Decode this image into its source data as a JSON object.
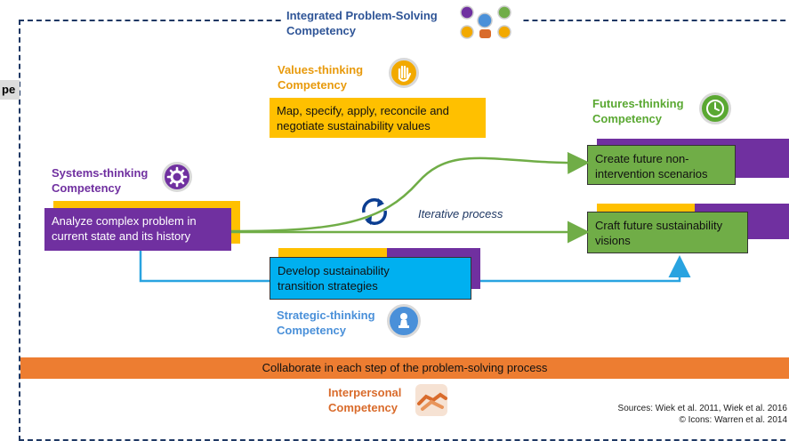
{
  "colors": {
    "dashed_border": "#1f3864",
    "values_yellow": "#ffc000",
    "values_label": "#e89a0c",
    "systems_purple": "#7030a0",
    "futures_green": "#70ad47",
    "futures_label": "#5aa832",
    "strategic_blue": "#00b0f0",
    "strategic_label": "#4a90d9",
    "interpersonal_orange": "#ed7d31",
    "integrated_label": "#2f5597",
    "arrow_blue": "#29a3e0",
    "arrow_green": "#70ad47"
  },
  "side_fragment": "pe",
  "integrated": {
    "line1": "Integrated Problem-Solving",
    "line2": "Competency",
    "icon": "cluster-of-competency-icons"
  },
  "values": {
    "line1": "Values-thinking",
    "line2": "Competency",
    "box_line1": "Map, specify, apply, reconcile and",
    "box_line2": "negotiate sustainability values",
    "icon": "hand-icon"
  },
  "futures": {
    "line1": "Futures-thinking",
    "line2": "Competency",
    "icon": "clock-icon",
    "box1_line1": "Create future non-",
    "box1_line2": "intervention scenarios",
    "box2_line1": "Craft future sustainability",
    "box2_line2": "visions"
  },
  "systems": {
    "line1": "Systems-thinking",
    "line2": "Competency",
    "icon": "gear-icon",
    "box_line1": "Analyze complex problem in",
    "box_line2": "current state and its history"
  },
  "iterative": {
    "label": "Iterative process",
    "icon": "cycle-arrows-icon"
  },
  "strategic": {
    "box_line1": "Develop sustainability",
    "box_line2": "transition strategies",
    "line1": "Strategic-thinking",
    "line2": "Competency",
    "icon": "chess-pawn-icon"
  },
  "collaborate": {
    "text": "Collaborate in each step of the problem-solving process"
  },
  "interpersonal": {
    "line1": "Interpersonal",
    "line2": "Competency",
    "icon": "handshake-icon"
  },
  "sources": {
    "line1": "Sources: Wiek et al. 2011, Wiek et al. 2016",
    "line2": "© Icons: Warren et al. 2014"
  }
}
